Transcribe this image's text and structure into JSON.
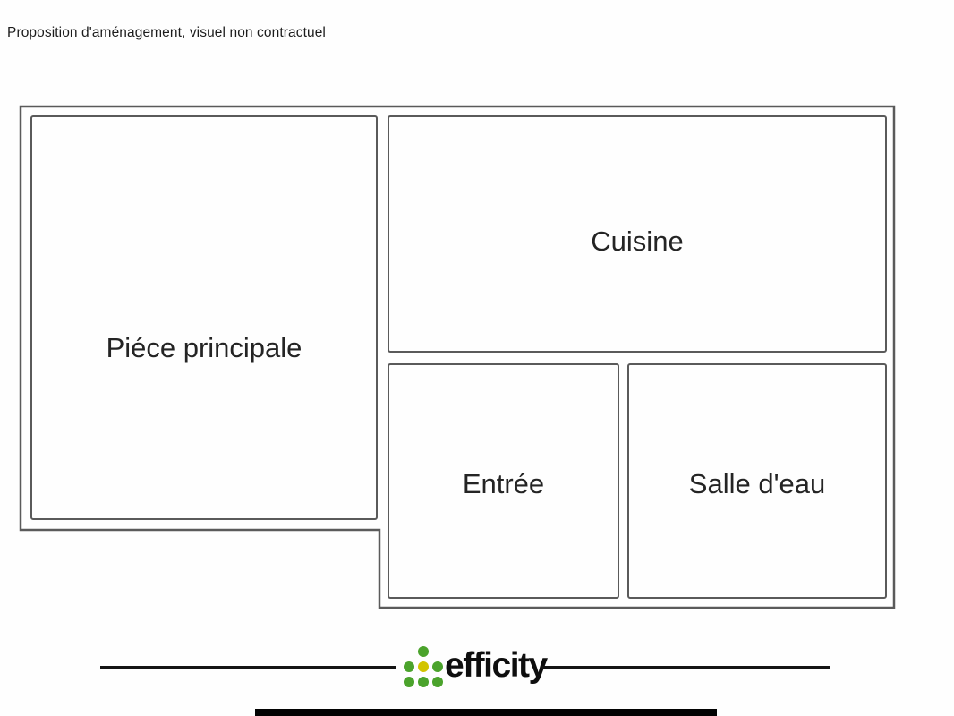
{
  "page": {
    "caption": "Proposition d'aménagement, visuel non contractuel"
  },
  "floorplan": {
    "wall_color": "#5a5a5a",
    "rooms": [
      {
        "id": "piece-principale",
        "label": "Piéce principale"
      },
      {
        "id": "cuisine",
        "label": "Cuisine"
      },
      {
        "id": "entree",
        "label": "Entrée"
      },
      {
        "id": "salle-deau",
        "label": "Salle d'eau"
      }
    ]
  },
  "footer": {
    "brand": "efficity",
    "logo_dot_green": "#4ba32c",
    "logo_dot_yellow": "#d2c400",
    "line_color": "#141414"
  }
}
